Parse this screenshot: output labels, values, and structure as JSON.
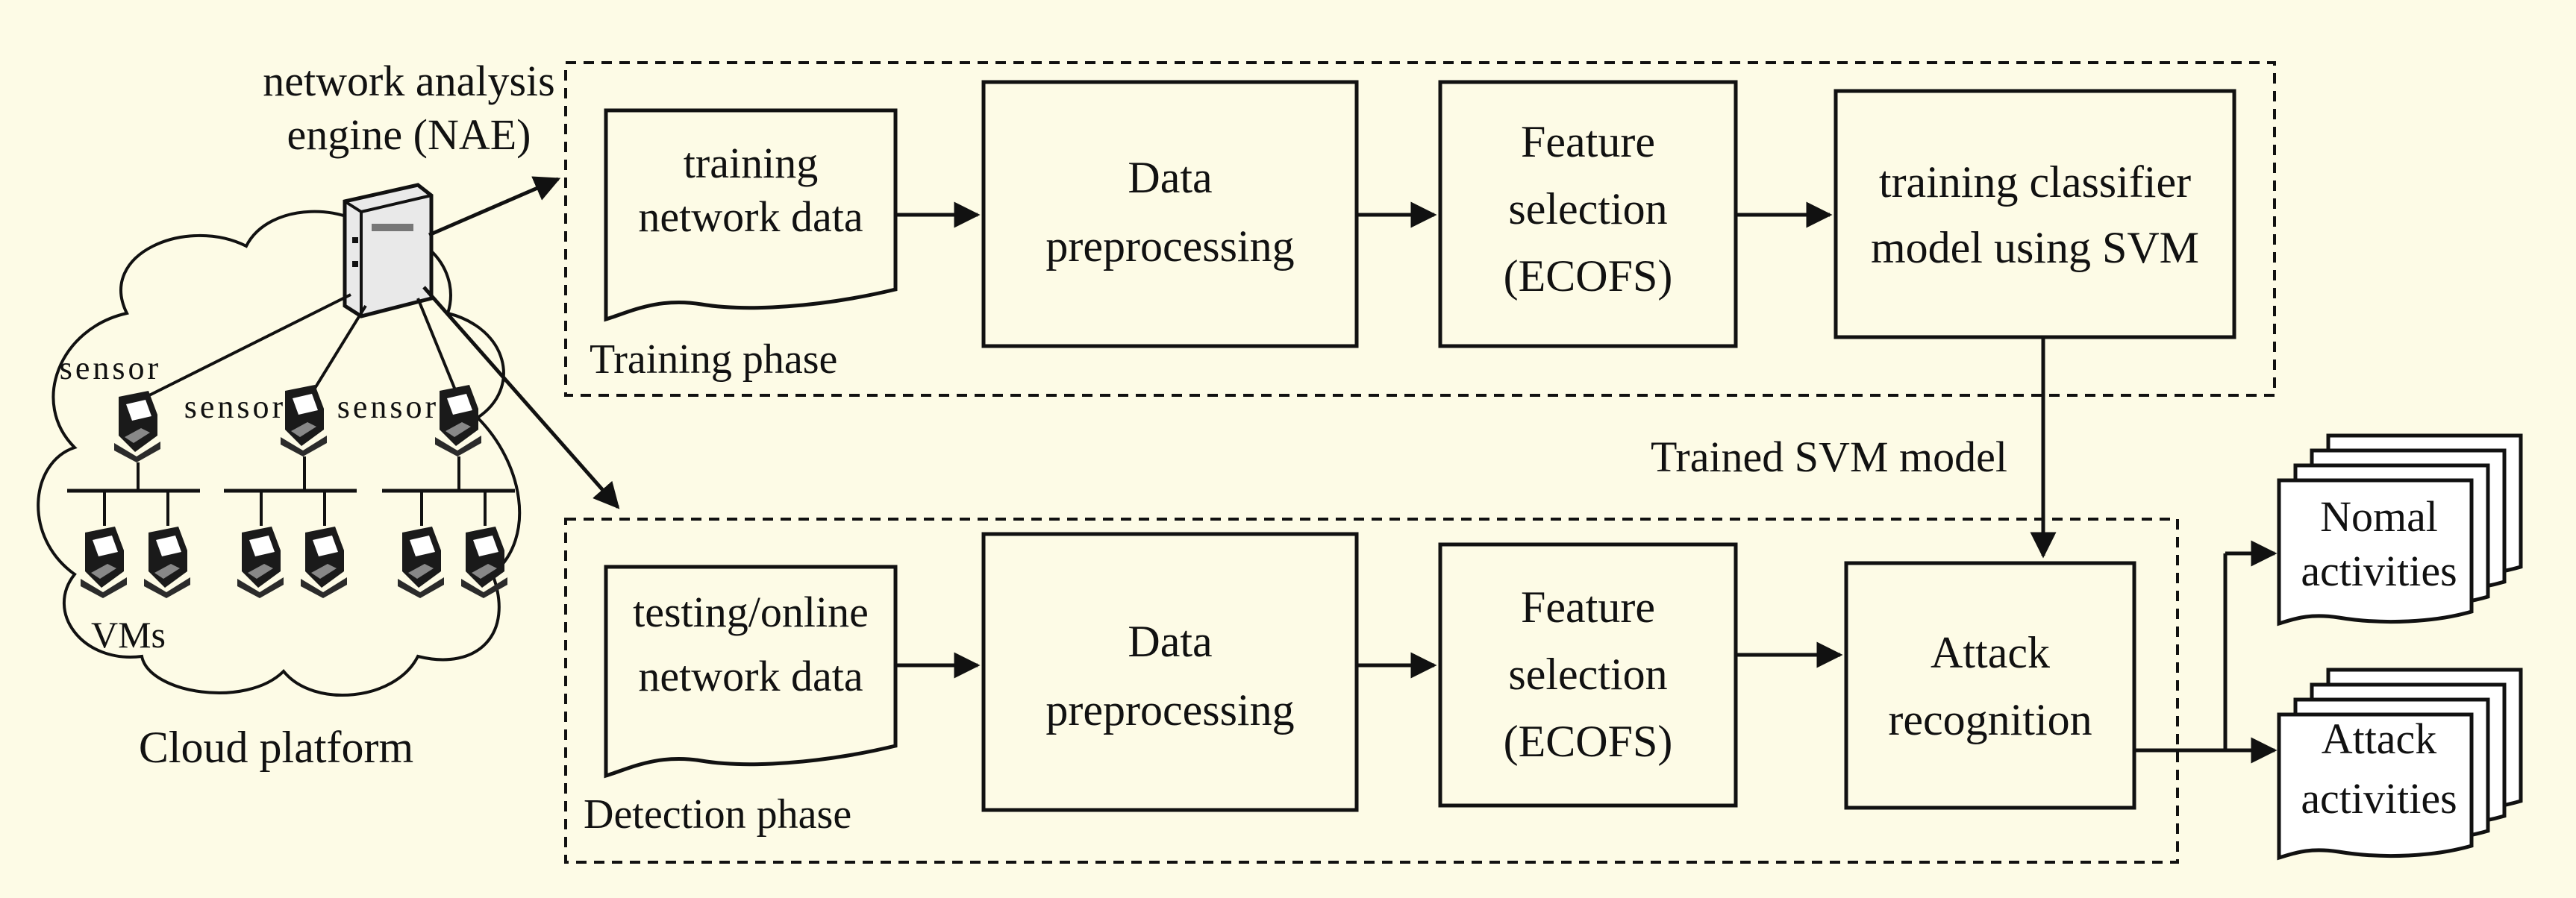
{
  "colors": {
    "background": "#fdfbe6",
    "stroke": "#111111",
    "text": "#111111"
  },
  "cloud": {
    "engine_label": [
      "network analysis",
      "engine (NAE)"
    ],
    "sensor_label": "sensor",
    "vms_label": "VMs",
    "platform_label": "Cloud platform",
    "icons": {
      "server": "server-icon",
      "sensor": "sensor-node-icon",
      "vm": "vm-node-icon"
    }
  },
  "training": {
    "phase_label": "Training phase",
    "input_doc": [
      "training",
      "network data"
    ],
    "preprocessing": [
      "Data",
      "preprocessing"
    ],
    "feature_selection": [
      "Feature",
      "selection",
      "(ECOFS)"
    ],
    "classifier": [
      "training classifier",
      "model using SVM"
    ]
  },
  "model_label": "Trained SVM model",
  "detection": {
    "phase_label": "Detection phase",
    "input_doc": [
      "testing/online",
      "network data"
    ],
    "preprocessing": [
      "Data",
      "preprocessing"
    ],
    "feature_selection": [
      "Feature",
      "selection",
      "(ECOFS)"
    ],
    "recognition": [
      "Attack",
      "recognition"
    ]
  },
  "outputs": {
    "normal": [
      "Nomal",
      "activities"
    ],
    "attack": [
      "Attack",
      "activities"
    ]
  }
}
